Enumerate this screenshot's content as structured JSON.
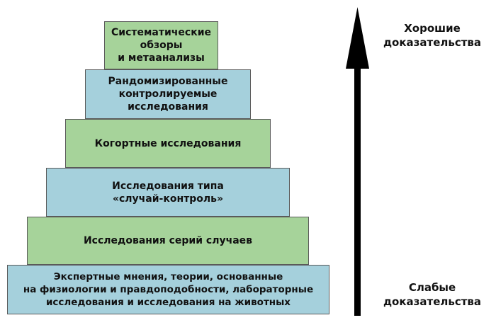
{
  "pyramid": {
    "levels": [
      {
        "label": "Систематические\nобзоры\nи метаанализы",
        "color": "#a6d39a"
      },
      {
        "label": "Рандомизированные\nконтролируемые\nисследования",
        "color": "#a5d0dc"
      },
      {
        "label": "Когортные исследования",
        "color": "#a6d39a"
      },
      {
        "label": "Исследования типа\n«случай-контроль»",
        "color": "#a5d0dc"
      },
      {
        "label": "Исследования серий случаев",
        "color": "#a6d39a"
      },
      {
        "label": "Экспертные мнения, теории, основанные\nна физиологии и правдоподобности, лабораторные\nисследования и исследования на животных",
        "color": "#a5d0dc"
      }
    ]
  },
  "arrow": {
    "top_label": "Хорошие\nдоказательства",
    "bottom_label": "Слабые\nдоказательства",
    "color": "#000000"
  }
}
